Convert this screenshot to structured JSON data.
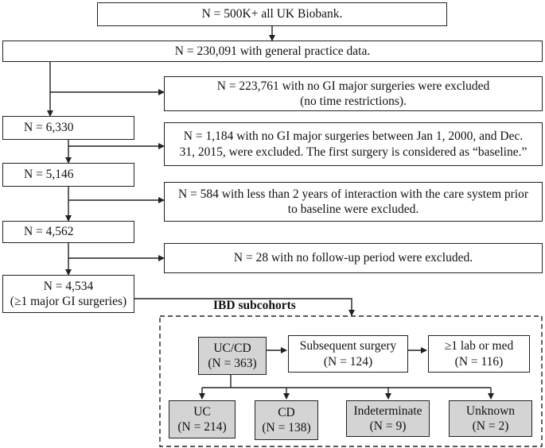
{
  "flow": {
    "all_biobank": "N = 500K+ all UK Biobank.",
    "gp_data": "N = 230,091 with general practice data.",
    "excl_no_surgery_l1": "N = 223,761 with no GI major surgeries were excluded",
    "excl_no_surgery_l2": "(no time restrictions).",
    "n_6330": "N = 6,330",
    "excl_window_l1": "N = 1,184 with no GI major surgeries between Jan 1, 2000, and Dec.",
    "excl_window_l2": "31, 2015, were excluded. The first surgery is considered as “baseline.”",
    "n_5146": "N = 5,146",
    "excl_interaction_l1": "N = 584 with less than 2 years of interaction with the care system prior",
    "excl_interaction_l2": "to baseline were excluded.",
    "n_4562": "N = 4,562",
    "excl_followup": "N = 28 with no follow-up period were excluded.",
    "n_4534_l1": "N = 4,534",
    "n_4534_l2": "(≥1 major GI surgeries)"
  },
  "subcohorts": {
    "title": "IBD subcohorts",
    "ucd_l1": "UC/CD",
    "ucd_l2": "(N = 363)",
    "subsequent_l1": "Subsequent surgery",
    "subsequent_l2": "(N = 124)",
    "labmed_l1": "≥1 lab or med",
    "labmed_l2": "(N = 116)",
    "uc_l1": "UC",
    "uc_l2": "(N = 214)",
    "cd_l1": "CD",
    "cd_l2": "(N = 138)",
    "indeterminate_l1": "Indeterminate",
    "indeterminate_l2": "(N = 9)",
    "unknown_l1": "Unknown",
    "unknown_l2": "(N = 2)"
  },
  "colors": {
    "line": "#222222",
    "gray_fill": "#d4d4d4"
  }
}
